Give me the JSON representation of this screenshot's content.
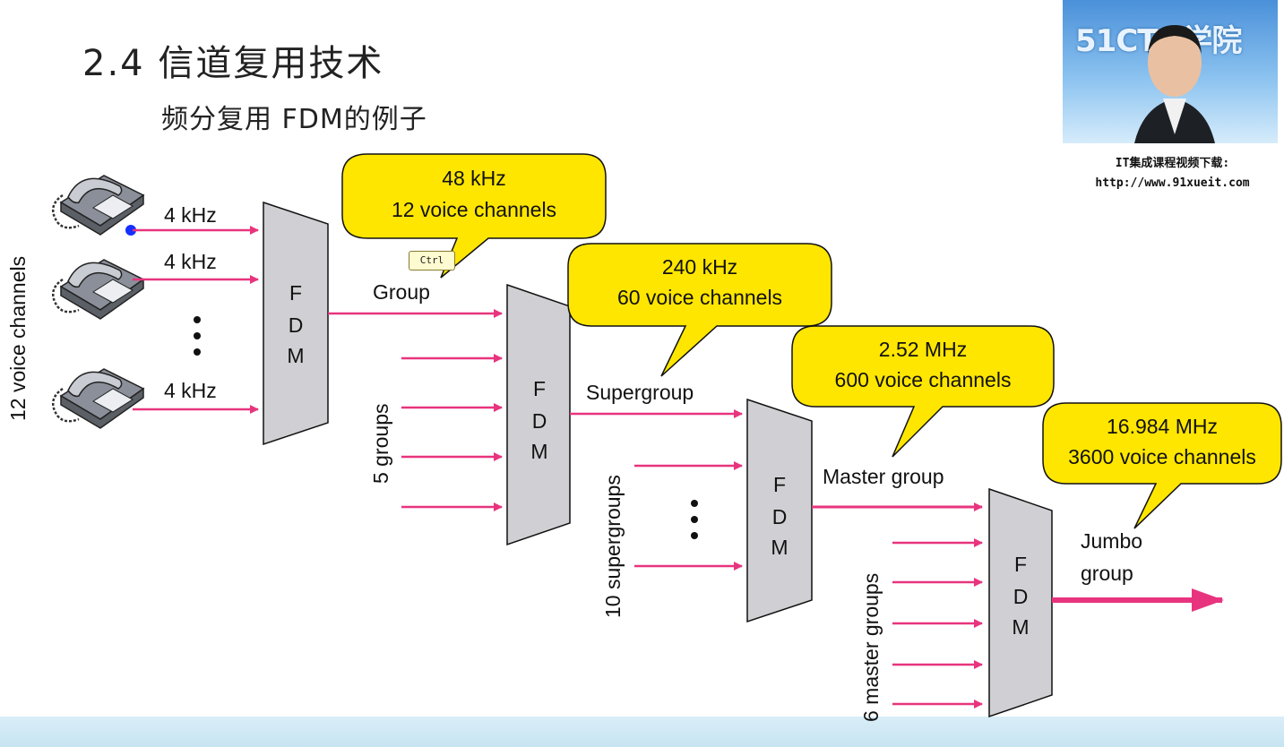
{
  "title": "2.4 信道复用技术",
  "subtitle": "频分复用 FDM的例子",
  "instructor": {
    "logo": "51CTO学院",
    "promo_line1": "IT集成课程视频下载:",
    "promo_line2": "http://www.91xueit.com"
  },
  "ctrl_tooltip": "Ctrl",
  "diagram": {
    "input_label": "12 voice channels",
    "phone_freq": [
      "4 kHz",
      "4 kHz",
      "4 kHz"
    ],
    "mux_letters": [
      "F",
      "D",
      "M"
    ],
    "stage_outputs": [
      "Group",
      "Supergroup",
      "Master group"
    ],
    "jumbo": [
      "Jumbo",
      "group"
    ],
    "input_groups": [
      "5 groups",
      "10 supergroups",
      "6 master groups"
    ],
    "callouts": [
      {
        "line1": "48 kHz",
        "line2": "12 voice channels"
      },
      {
        "line1": "240 kHz",
        "line2": "60 voice channels"
      },
      {
        "line1": "2.52 MHz",
        "line2": "600 voice channels"
      },
      {
        "line1": "16.984 MHz",
        "line2": "3600 voice channels"
      }
    ],
    "colors": {
      "arrow": "#e8347e",
      "mux_fill": "#d0d0d4",
      "callout": "#ffe600"
    }
  }
}
